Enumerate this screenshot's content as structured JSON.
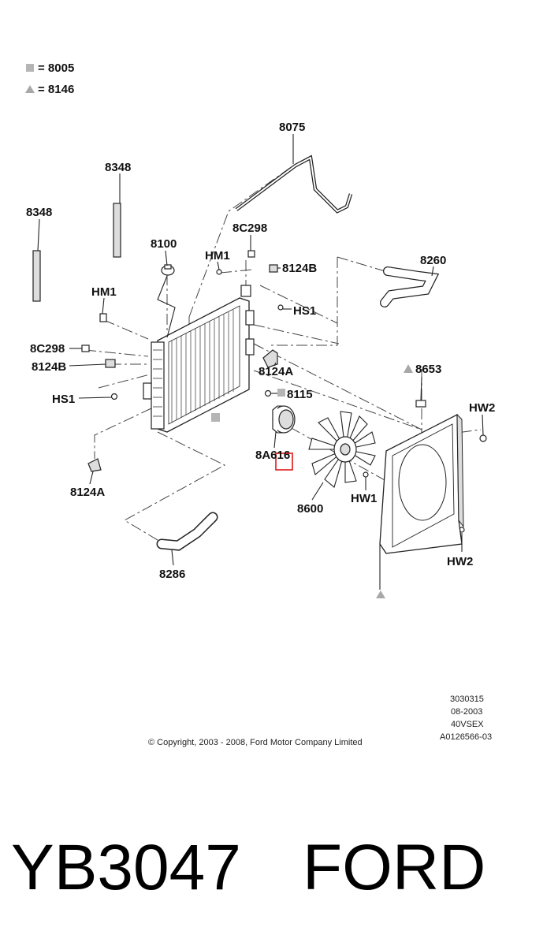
{
  "legend": {
    "square_label": "= 8005",
    "triangle_label": "= 8146"
  },
  "callouts": {
    "c8075": "8075",
    "c8348_a": "8348",
    "c8348_b": "8348",
    "c8100": "8100",
    "c8C298_top": "8C298",
    "cHM1_top": "HM1",
    "c8124B_top": "8124B",
    "c8260": "8260",
    "cHM1_left": "HM1",
    "cHS1_top": "HS1",
    "c8C298_left": "8C298",
    "c8124B_left": "8124B",
    "c8124A_mid": "8124A",
    "c8653": "8653",
    "cHS1_left": "HS1",
    "c8115": "8115",
    "cHW2_top": "HW2",
    "c8A616": "8A616",
    "c8124A_low": "8124A",
    "cHW1": "HW1",
    "c8600": "8600",
    "cHW2_bottom": "HW2",
    "c8286": "8286"
  },
  "meta": {
    "line1": "3030315",
    "line2": "08-2003",
    "line3": "40VSEX",
    "line4": "A0126566-03"
  },
  "copyright": "© Copyright, 2003 - 2008, Ford Motor Company Limited",
  "part_number": "YB3047",
  "brand": "FORD",
  "colors": {
    "square_marker": "#b5b5b5",
    "triangle_marker": "#a8a8a8",
    "highlight": "#e01818"
  }
}
